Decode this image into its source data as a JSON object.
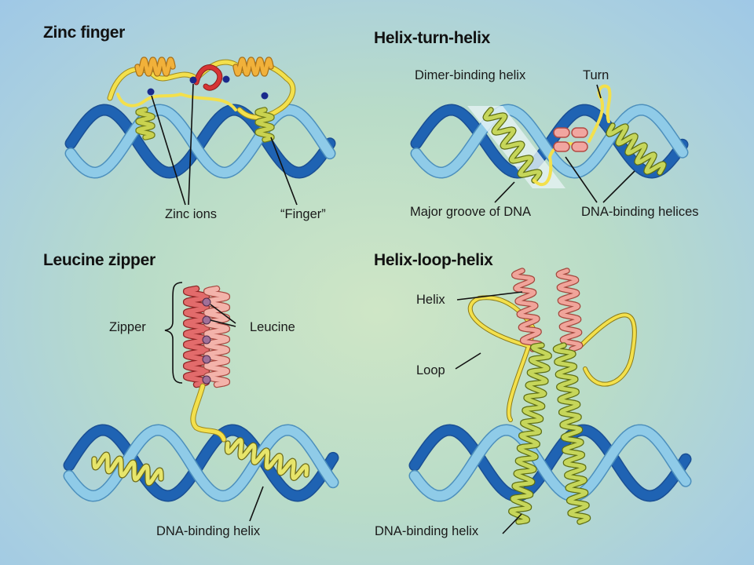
{
  "panels": {
    "zinc_finger": {
      "title": "Zinc finger",
      "labels": {
        "zinc_ions": "Zinc ions",
        "finger": "“Finger”"
      }
    },
    "helix_turn_helix": {
      "title": "Helix-turn-helix",
      "labels": {
        "dimer_binding_helix": "Dimer-binding helix",
        "turn": "Turn",
        "major_groove": "Major groove of DNA",
        "dna_binding_helices": "DNA-binding helices"
      }
    },
    "leucine_zipper": {
      "title": "Leucine zipper",
      "labels": {
        "zipper": "Zipper",
        "leucine": "Leucine",
        "dna_binding_helix": "DNA-binding helix"
      }
    },
    "helix_loop_helix": {
      "title": "Helix-loop-helix",
      "labels": {
        "helix": "Helix",
        "loop": "Loop",
        "dna_binding_helix": "DNA-binding helix"
      }
    }
  },
  "colors": {
    "dna_dark": "#1f63b3",
    "dna_light": "#8fcbe8",
    "protein_yellow": "#f3e04c",
    "protein_green": "#c6d65a",
    "helix_red": "#e06464",
    "helix_pink": "#f0a49a",
    "zinc_ion": "#1a2a8c",
    "leucine_ball": "#a07098"
  }
}
